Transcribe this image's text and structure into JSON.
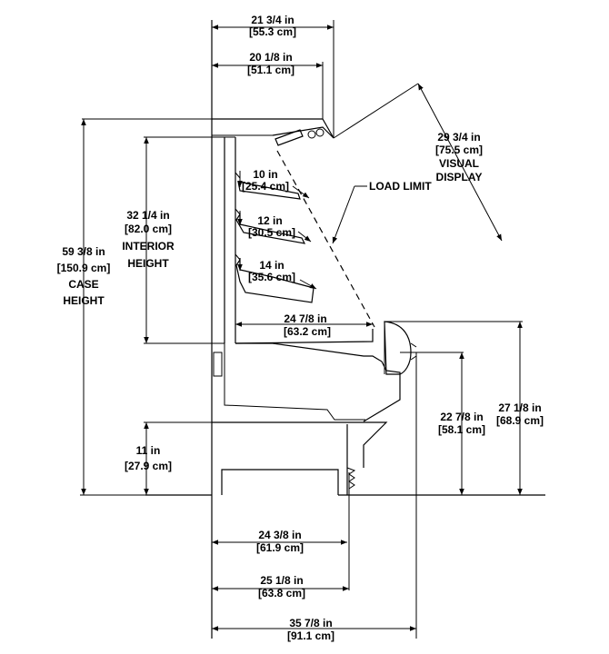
{
  "dimensions": {
    "top_width": {
      "in": "21 3/4 in",
      "cm": "[55.3 cm]"
    },
    "canopy_depth": {
      "in": "20 1/8 in",
      "cm": "[51.1 cm]"
    },
    "visual_display": {
      "in": "29 3/4 in",
      "cm": "[75.5 cm]",
      "label1": "VISUAL",
      "label2": "DISPLAY"
    },
    "load_limit": {
      "label": "LOAD LIMIT"
    },
    "shelf_1": {
      "in": "10 in",
      "cm": "[25.4 cm]"
    },
    "shelf_2": {
      "in": "12 in",
      "cm": "[30.5 cm]"
    },
    "shelf_3": {
      "in": "14 in",
      "cm": "[35.6 cm]"
    },
    "interior_height": {
      "in": "32 1/4 in",
      "cm": "[82.0 cm]",
      "label1": "INTERIOR",
      "label2": "HEIGHT"
    },
    "case_height": {
      "in": "59 3/8 in",
      "cm": "[150.9 cm]",
      "label1": "CASE",
      "label2": "HEIGHT"
    },
    "deck_depth": {
      "in": "24 7/8 in",
      "cm": "[63.2 cm]"
    },
    "front_height_1": {
      "in": "22 7/8 in",
      "cm": "[58.1 cm]"
    },
    "front_height_2": {
      "in": "27 1/8 in",
      "cm": "[68.9 cm]"
    },
    "base_height": {
      "in": "11 in",
      "cm": "[27.9 cm]"
    },
    "base_depth_1": {
      "in": "24 3/8 in",
      "cm": "[61.9 cm]"
    },
    "base_depth_2": {
      "in": "25 1/8 in",
      "cm": "[63.8 cm]"
    },
    "overall_depth": {
      "in": "35 7/8 in",
      "cm": "[91.1 cm]"
    }
  }
}
